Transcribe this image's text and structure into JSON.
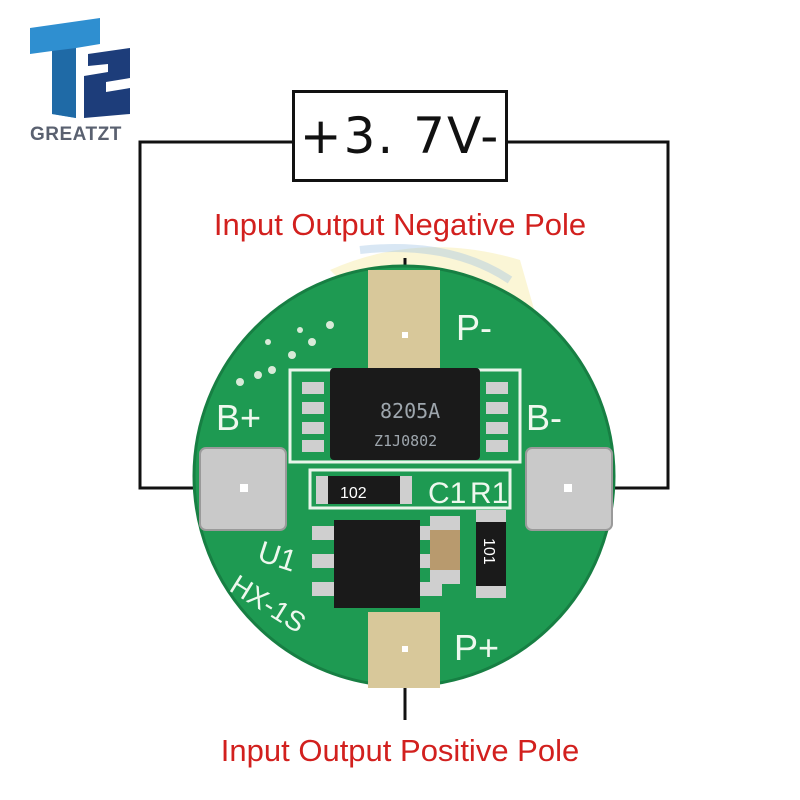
{
  "brand": {
    "logo_icon": "t2-cube-logo-icon",
    "name": "GREATZT"
  },
  "voltage_label": "+3. 7V-",
  "captions": {
    "negative": "Input Output Negative Pole",
    "positive": "Input Output Positive Pole"
  },
  "board": {
    "pad_labels": {
      "p_minus": "P-",
      "p_plus": "P+",
      "b_plus": "B+",
      "b_minus": "B-"
    },
    "component_labels": {
      "c1": "C1",
      "r1": "R1",
      "u1": "U1",
      "model": "HX-1S"
    },
    "chip_markings": {
      "line1": "8205A",
      "line2": "Z1J0802"
    },
    "resistor_codes": {
      "r_102": "102",
      "r_101": "101"
    },
    "colors": {
      "pcb_green": "#1e9a52",
      "pad_gold": "#d8c89a",
      "silver_pad": "#c9c9c9",
      "chip_black": "#1a1a1a",
      "caption_red": "#d2201e"
    }
  }
}
